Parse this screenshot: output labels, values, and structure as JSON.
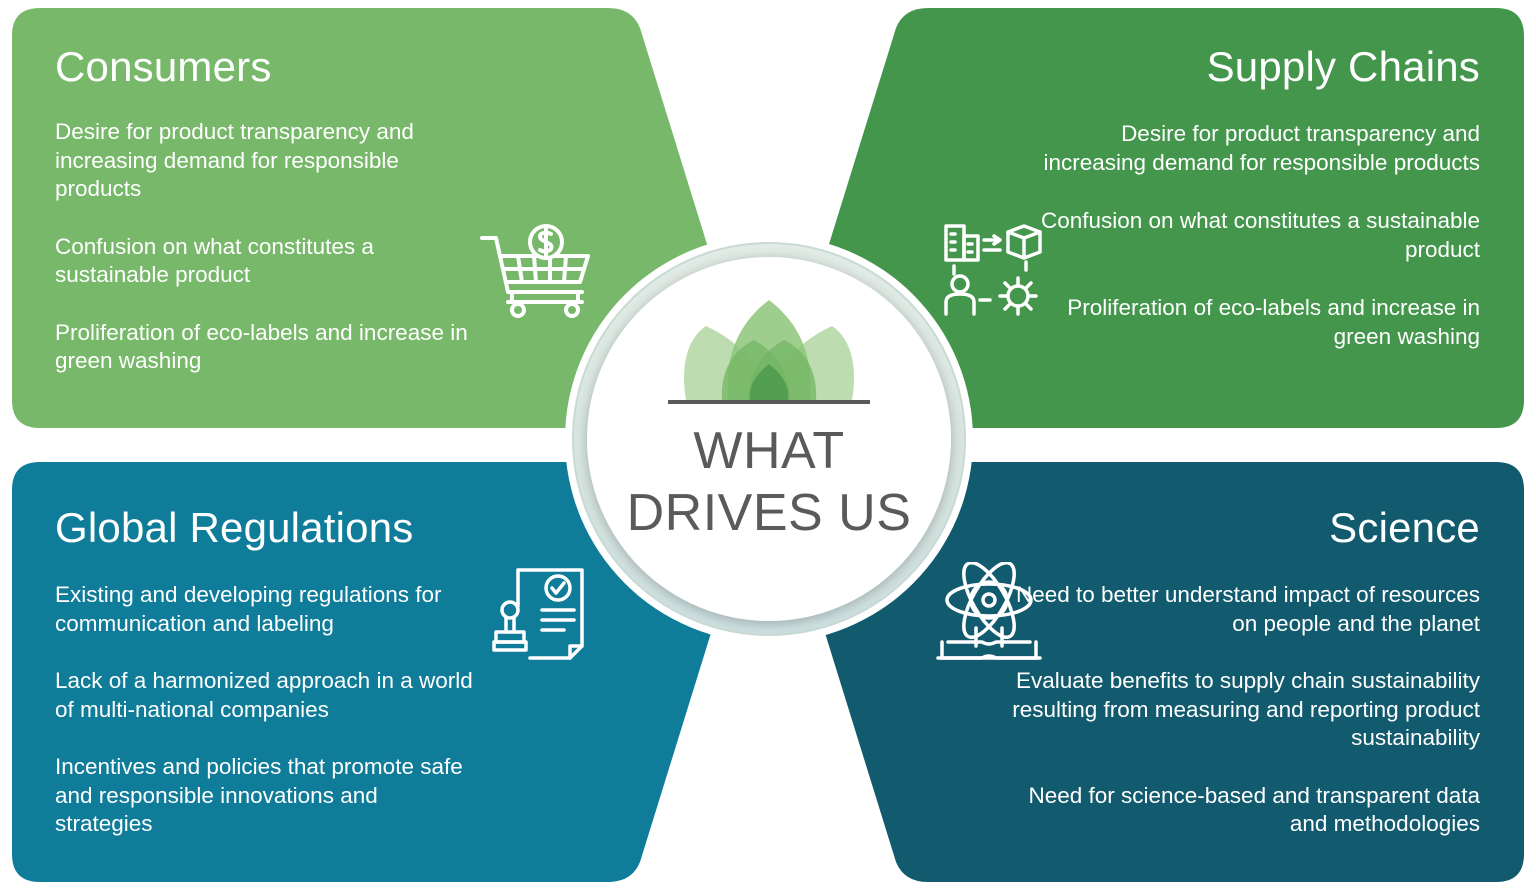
{
  "center": {
    "line1": "WHAT",
    "line2": "DRIVES US"
  },
  "quadrants": {
    "consumers": {
      "title": "Consumers",
      "color": "#78b86a",
      "icon": "shopping-cart-dollar-icon",
      "points": [
        "Desire for product transparency and increasing demand for responsible products",
        "Confusion on what constitutes a sustainable product",
        "Proliferation of eco-labels and increase in green washing"
      ]
    },
    "supply_chains": {
      "title": "Supply Chains",
      "color": "#43964c",
      "icon": "supply-chain-icon",
      "points": [
        "Desire for product transparency and increasing demand for responsible products",
        "Confusion on what constitutes a sustainable product",
        "Proliferation of eco-labels and increase in green washing"
      ]
    },
    "global_regulations": {
      "title": "Global Regulations",
      "color": "#0f7c99",
      "icon": "certificate-stamp-icon",
      "points": [
        "Existing and developing regulations for communication and labeling",
        "Lack of a harmonized approach in a world of multi-national companies",
        "Incentives and policies that promote safe and responsible innovations and strategies"
      ]
    },
    "science": {
      "title": "Science",
      "color": "#125a6e",
      "icon": "atom-book-icon",
      "points": [
        "Need to better understand impact of resources on people and the planet",
        "Evaluate benefits to supply chain sustainability resulting from measuring and reporting product sustainability",
        "Need for science-based and transparent data and methodologies"
      ]
    }
  }
}
